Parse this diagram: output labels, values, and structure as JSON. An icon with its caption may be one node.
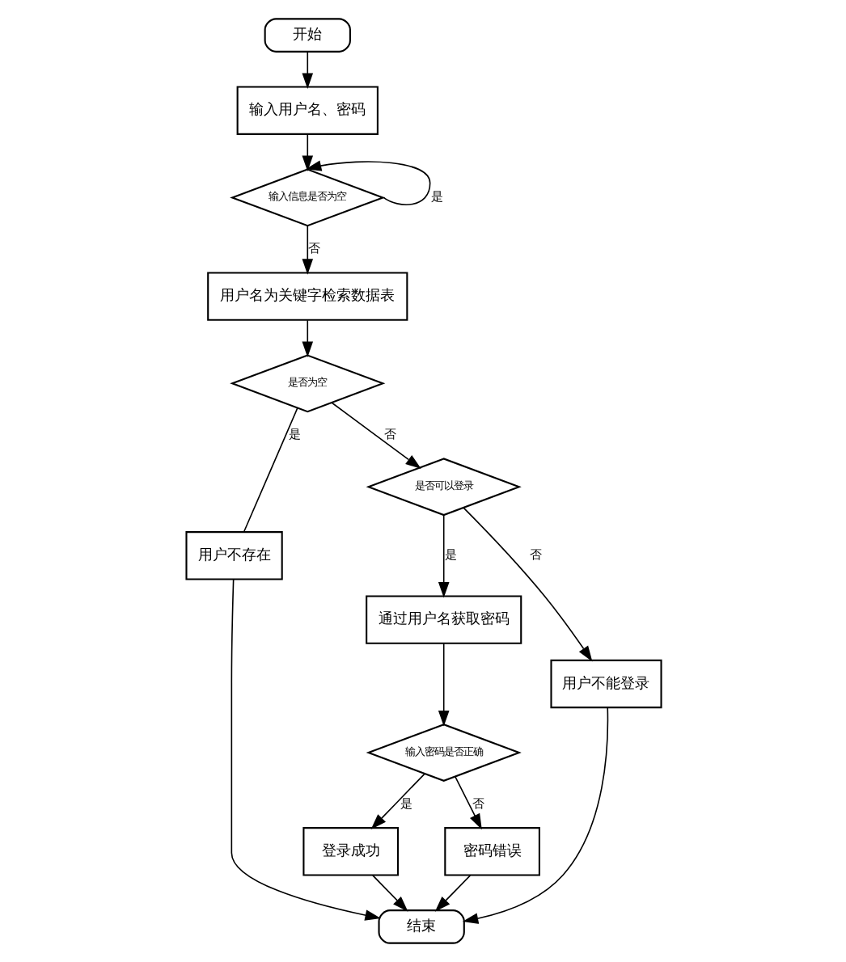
{
  "diagram": {
    "nodes": [
      {
        "text": [
          "开始"
        ]
      },
      {
        "text": [
          "输入用户名、密码"
        ]
      },
      {
        "text": [
          "输入信息是否为空"
        ]
      },
      {
        "text": [
          "用户名为关键字检索数据表"
        ]
      },
      {
        "text": [
          "是否为空"
        ]
      },
      {
        "text": [
          "用户不存在"
        ]
      },
      {
        "text": [
          "是否可以登录"
        ]
      },
      {
        "text": [
          "通过用户名获取密码"
        ]
      },
      {
        "text": [
          "用户不能登录"
        ]
      },
      {
        "text": [
          "输入密码是否正确"
        ]
      },
      {
        "text": [
          "登录成功"
        ]
      },
      {
        "text": [
          "密码错误"
        ]
      },
      {
        "text": [
          "结束"
        ]
      }
    ],
    "edges": [
      {
        "from": 0,
        "to": 1,
        "arrow": "to"
      },
      {
        "from": 1,
        "to": 2,
        "arrow": "to"
      },
      {
        "from": 2,
        "to": 2,
        "arrow": "to",
        "label": "是"
      },
      {
        "from": 2,
        "to": 3,
        "arrow": "to",
        "label": "否"
      },
      {
        "from": 3,
        "to": 4,
        "arrow": "to"
      },
      {
        "from": 4,
        "to": 5,
        "arrow": "none",
        "label": "是"
      },
      {
        "from": 4,
        "to": 6,
        "arrow": "to",
        "label": "否"
      },
      {
        "from": 6,
        "to": 7,
        "arrow": "to",
        "label": "是"
      },
      {
        "from": 6,
        "to": 8,
        "arrow": "to",
        "label": "否"
      },
      {
        "from": 7,
        "to": 9,
        "arrow": "to"
      },
      {
        "from": 9,
        "to": 10,
        "arrow": "to",
        "label": "是"
      },
      {
        "from": 9,
        "to": 11,
        "arrow": "to",
        "label": "否"
      },
      {
        "from": 5,
        "to": 12,
        "arrow": "to"
      },
      {
        "from": 10,
        "to": 12,
        "arrow": "to"
      },
      {
        "from": 11,
        "to": 12,
        "arrow": "to"
      },
      {
        "from": 8,
        "to": 12,
        "arrow": "to"
      }
    ]
  }
}
